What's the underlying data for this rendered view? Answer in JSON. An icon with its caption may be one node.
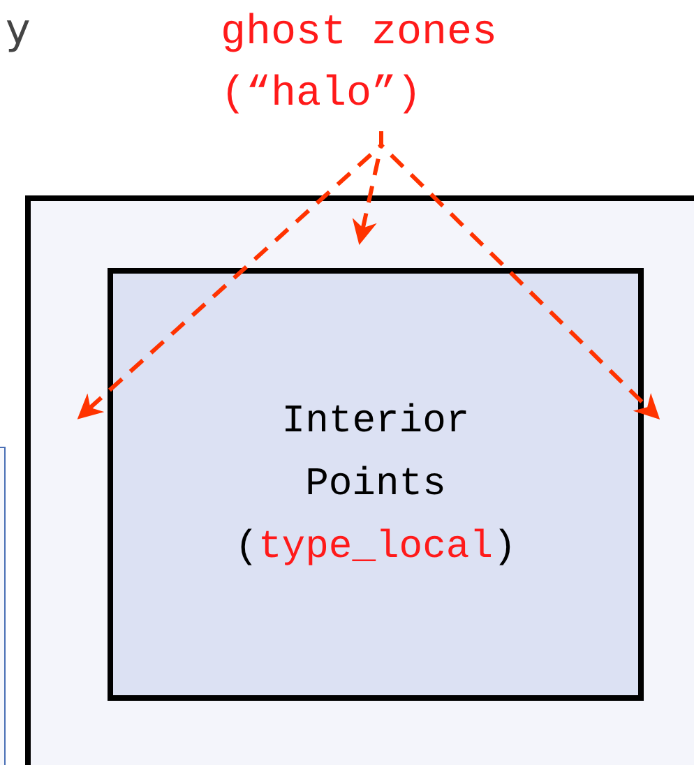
{
  "diagram": {
    "nodes": [
      {
        "text": [
          "ghost zones (“halo”)"
        ]
      },
      {
        "text": [],
        "shape": "box"
      },
      {
        "text": [
          "Interior Points (type_local)"
        ],
        "in": 1
      },
      {
        "text": [],
        "shape": "box"
      }
    ],
    "edges": [
      {
        "from": 0,
        "to": 1,
        "arrow": "to",
        "style": "dashed",
        "color": "#ff3300"
      },
      {
        "from": 0,
        "to": 1,
        "arrow": "to",
        "style": "dashed",
        "color": "#ff3300"
      },
      {
        "from": 0,
        "to": 1,
        "arrow": "to",
        "style": "dashed",
        "color": "#ff3300"
      }
    ],
    "labels": [
      "y"
    ]
  }
}
